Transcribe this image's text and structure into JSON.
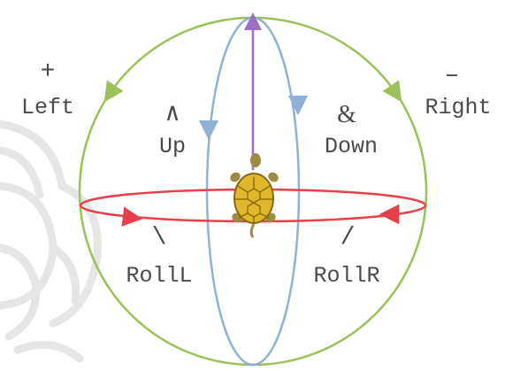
{
  "labels": {
    "left_sign": "+",
    "left": "Left",
    "right_sign": "–",
    "right": "Right",
    "up_sign": "∧",
    "up": "Up",
    "down_sign": "&",
    "down": "Down",
    "rolll_sign": "\\",
    "rolll": "RollL",
    "rollr_sign": "/",
    "rollr": "RollR"
  },
  "colors": {
    "yaw_circle": "#9cc05a",
    "pitch_ellipse": "#8fb2d4",
    "roll_ellipse": "#e8404a",
    "up_axis": "#9b6fc4",
    "shell": "#e0b62a",
    "shell_outline": "#8a6a10",
    "body": "#9c8b45",
    "watermark": "#e8e8e8",
    "text": "#4a4a4a"
  },
  "icons": {
    "turtle": "turtle-icon",
    "watermark": "web-watermark"
  }
}
